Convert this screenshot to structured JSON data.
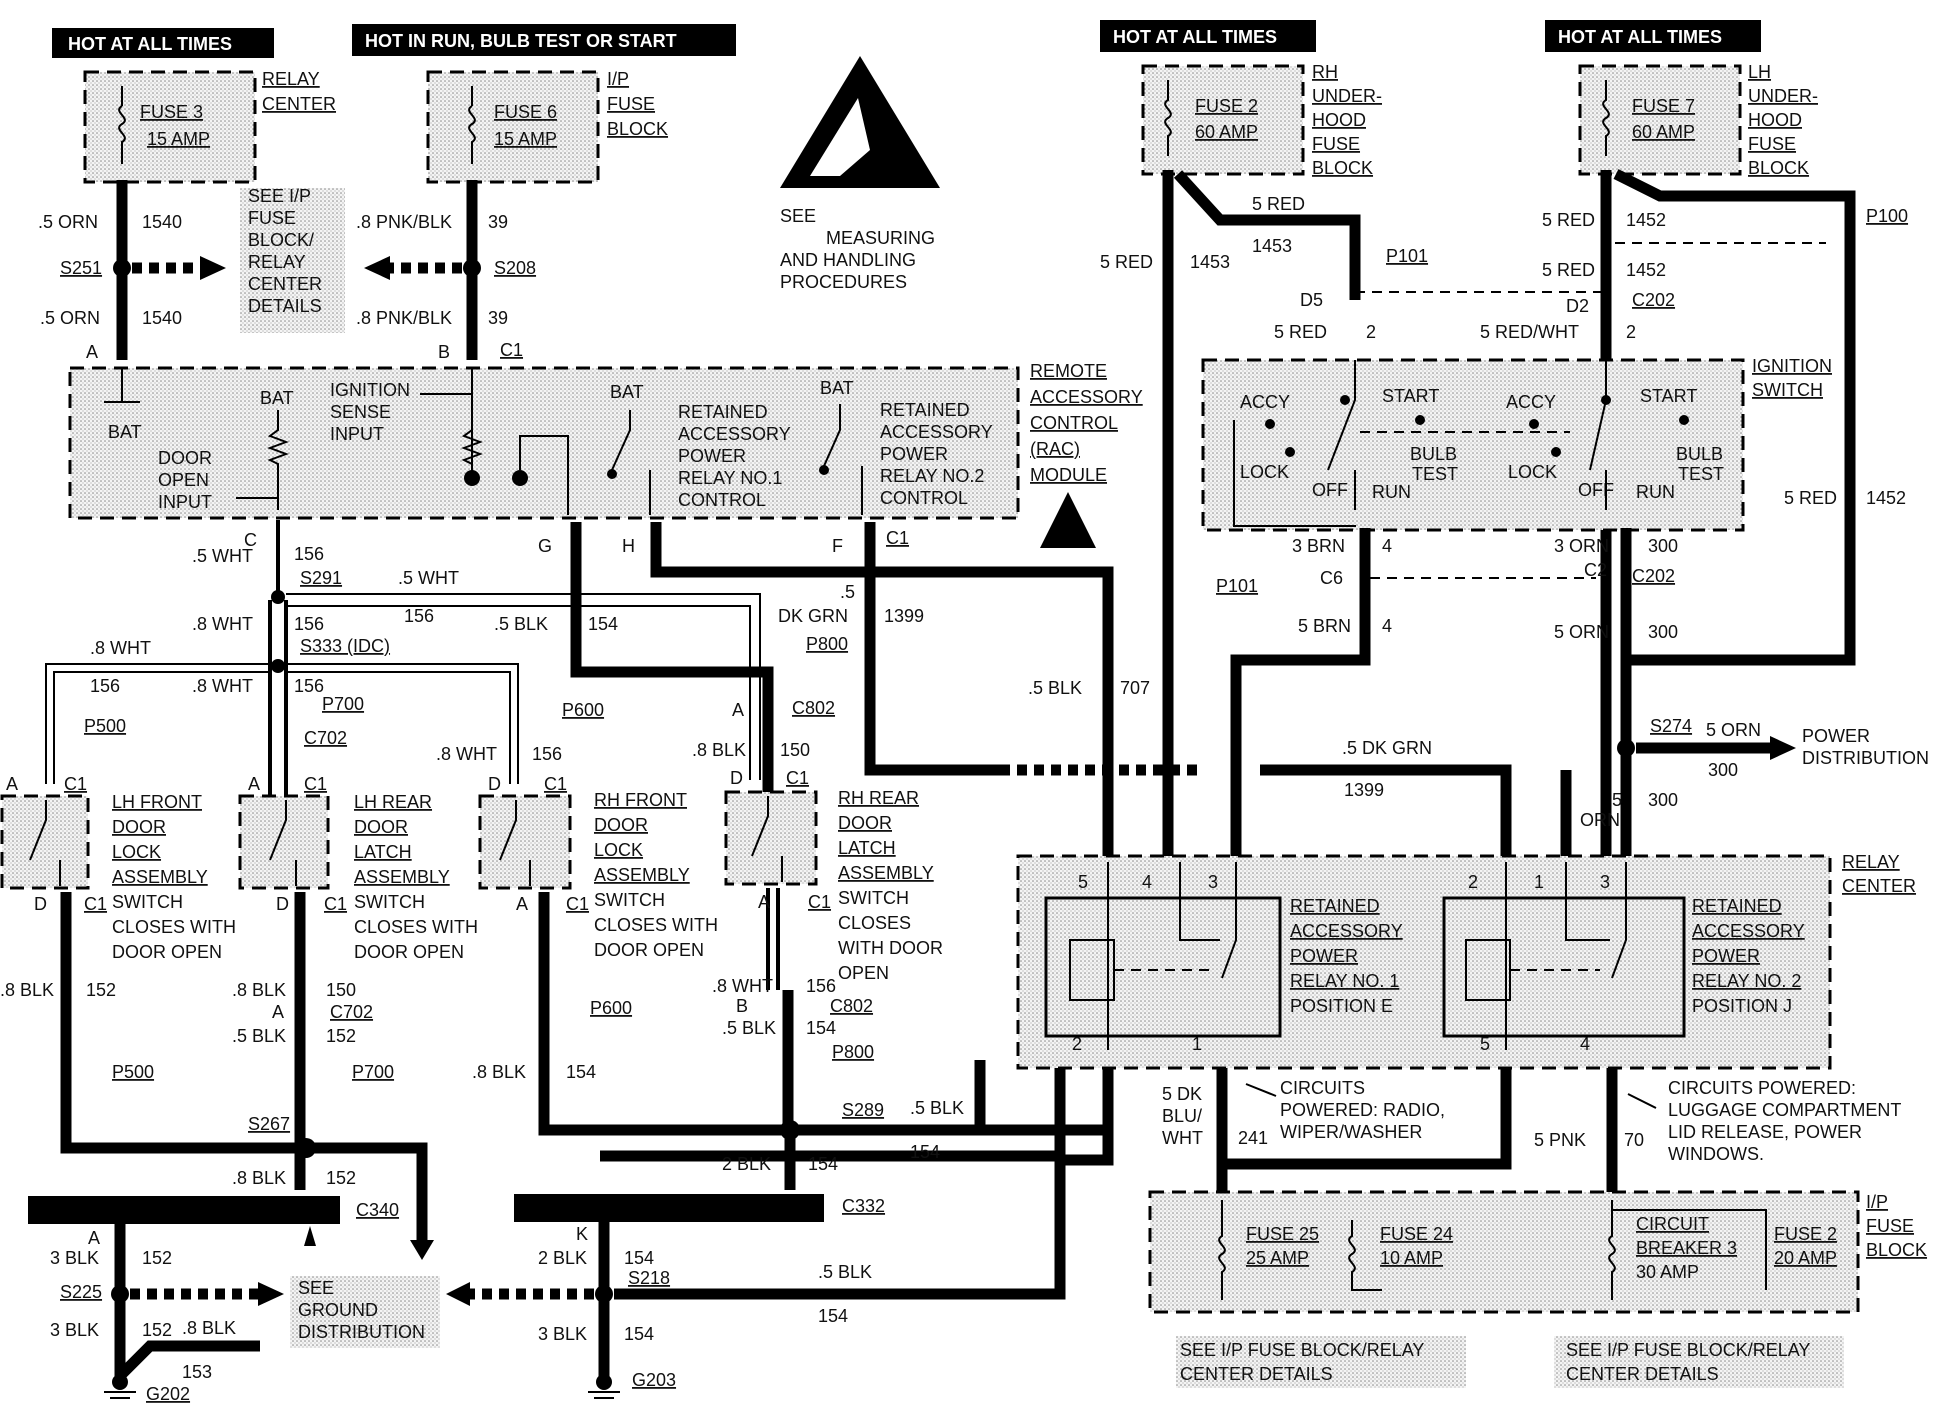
{
  "headers": {
    "hot_at_all_times_1": "HOT AT ALL TIMES",
    "hot_in_run": "HOT IN RUN, BULB TEST OR START",
    "hot_at_all_times_2": "HOT AT ALL TIMES",
    "hot_at_all_times_3": "HOT AT ALL TIMES"
  },
  "fuses": {
    "fuse3": [
      "FUSE 3",
      "15 AMP"
    ],
    "fuse6": [
      "FUSE 6",
      "15 AMP"
    ],
    "fuse2_rh": [
      "FUSE 2",
      "60 AMP"
    ],
    "fuse7": [
      "FUSE 7",
      "60 AMP"
    ],
    "fuse25": [
      "FUSE 25",
      "25 AMP"
    ],
    "fuse24": [
      "FUSE 24",
      "10 AMP"
    ],
    "cb3": [
      "CIRCUIT",
      "BREAKER 3",
      "30 AMP"
    ],
    "fuse2_ip": [
      "FUSE 2",
      "20 AMP"
    ]
  },
  "blocks": {
    "relay_center_top": [
      "RELAY",
      "CENTER"
    ],
    "ip_fuse_block_top": [
      "I/P",
      "FUSE",
      "BLOCK"
    ],
    "see_ip_details": [
      "SEE I/P",
      "FUSE",
      "BLOCK/",
      "RELAY",
      "CENTER",
      "DETAILS"
    ],
    "esd_note": [
      "SEE",
      "MEASURING",
      "AND HANDLING",
      "PROCEDURES"
    ],
    "rh_underhood": [
      "RH",
      "UNDER-",
      "HOOD",
      "FUSE",
      "BLOCK"
    ],
    "lh_underhood": [
      "LH",
      "UNDER-",
      "HOOD",
      "FUSE",
      "BLOCK"
    ],
    "rac_module": [
      "REMOTE",
      "ACCESSORY",
      "CONTROL",
      "(RAC)",
      "MODULE"
    ],
    "ignition_switch": [
      "IGNITION",
      "SWITCH"
    ],
    "relay_center_bottom": [
      "RELAY",
      "CENTER"
    ],
    "ip_fuse_block_bottom": [
      "I/P",
      "FUSE",
      "BLOCK"
    ],
    "see_ground": [
      "SEE",
      "GROUND",
      "DISTRIBUTION"
    ],
    "power_distribution": [
      "POWER",
      "DISTRIBUTION"
    ]
  },
  "rac_labels": {
    "bat_left": "BAT",
    "bat_mid": "BAT",
    "ignition_sense": [
      "IGNITION",
      "SENSE",
      "INPUT"
    ],
    "door_open": [
      "DOOR",
      "OPEN",
      "INPUT"
    ],
    "bat_r1": "BAT",
    "bat_r2": "BAT",
    "relay1": [
      "RETAINED",
      "ACCESSORY",
      "POWER",
      "RELAY NO.1",
      "CONTROL"
    ],
    "relay2": [
      "RETAINED",
      "ACCESSORY",
      "POWER",
      "RELAY NO.2",
      "CONTROL"
    ]
  },
  "ignition_labels": {
    "accy1": "ACCY",
    "start1": "START",
    "lock1": "LOCK",
    "off1": "OFF",
    "run1": "RUN",
    "bulb1": [
      "BULB",
      "TEST"
    ],
    "accy2": "ACCY",
    "start2": "START",
    "lock2": "LOCK",
    "off2": "OFF",
    "run2": "RUN",
    "bulb2": [
      "BULB",
      "TEST"
    ]
  },
  "switches": {
    "lh_front": [
      "LH FRONT",
      "DOOR",
      "LOCK",
      "ASSEMBLY",
      "SWITCH",
      "CLOSES WITH",
      "DOOR OPEN"
    ],
    "lh_rear": [
      "LH REAR",
      "DOOR",
      "LATCH",
      "ASSEMBLY",
      "SWITCH",
      "CLOSES WITH",
      "DOOR OPEN"
    ],
    "rh_front": [
      "RH FRONT",
      "DOOR",
      "LOCK",
      "ASSEMBLY",
      "SWITCH",
      "CLOSES WITH",
      "DOOR OPEN"
    ],
    "rh_rear": [
      "RH REAR",
      "DOOR",
      "LATCH",
      "ASSEMBLY",
      "SWITCH",
      "CLOSES",
      "WITH DOOR",
      "OPEN"
    ]
  },
  "relays": {
    "relay1": [
      "RETAINED",
      "ACCESSORY",
      "POWER",
      "RELAY NO. 1",
      "POSITION E"
    ],
    "relay2": [
      "RETAINED",
      "ACCESSORY",
      "POWER",
      "RELAY NO. 2",
      "POSITION J"
    ]
  },
  "circuits_powered": {
    "radio": [
      "CIRCUITS",
      "POWERED: RADIO,",
      "WIPER/WASHER"
    ],
    "luggage": [
      "CIRCUITS POWERED:",
      "LUGGAGE COMPARTMENT",
      "LID RELEASE, POWER",
      "WINDOWS."
    ]
  },
  "see_details": {
    "left": [
      "SEE I/P FUSE BLOCK/RELAY",
      "CENTER DETAILS"
    ],
    "right": [
      "SEE I/P FUSE BLOCK/RELAY",
      "CENTER DETAILS"
    ]
  },
  "labels": [
    ".5 ORN",
    "1540",
    "S251",
    ".5 ORN",
    "1540",
    "A",
    ".8 PNK/BLK",
    "39",
    "S208",
    ".8 PNK/BLK",
    "39",
    "B",
    "C1",
    "5 RED",
    "1453",
    "5 RED",
    "1453",
    "P101",
    "D5",
    "5 RED",
    "2",
    "5 RED",
    "1452",
    "5 RED",
    "1452",
    "D2",
    "C202",
    "5 RED/WHT",
    "2",
    "P100",
    "C",
    "156",
    ".5 WHT",
    "S291",
    ".5 WHT",
    "156",
    ".8 WHT",
    "156",
    "S333 (IDC)",
    ".8 WHT",
    "156",
    ".8 WHT",
    "156",
    "P500",
    "P700",
    "P600",
    "C702",
    "G",
    "H",
    "F",
    "C1",
    ".5",
    "DK GRN",
    "1399",
    ".5 BLK",
    "154",
    "P800",
    "A",
    "C802",
    ".8 BLK",
    "150",
    "D",
    "C1",
    ".5 BLK",
    "707",
    "P101",
    "3 BRN",
    "4",
    "C6",
    "5 BRN",
    "4",
    "3 ORN",
    "300",
    "C2",
    "C202",
    "5 ORN",
    "300",
    "5 RED",
    "1452",
    "S274",
    "5 ORN",
    "300",
    "5",
    "ORN",
    "300",
    ".5 DK GRN",
    "1399",
    "A",
    "C1",
    "A",
    "C1",
    "D",
    "C1",
    ".8 WHT",
    "156",
    "D",
    "C1",
    "D",
    "C1",
    "A",
    "C1",
    "A",
    "C1",
    ".8 BLK",
    "152",
    ".8 BLK",
    "150",
    "A",
    "C702",
    ".5 BLK",
    "152",
    "P600",
    ".8 WHT",
    "156",
    "B",
    "C802",
    ".5 BLK",
    "154",
    "P800",
    "P500",
    "P700",
    ".8 BLK",
    "154",
    "S267",
    "S289",
    ".5 BLK",
    "154",
    ".8 BLK",
    "152",
    "C340",
    "2 BLK",
    "154",
    "C332",
    "A",
    "3 BLK",
    "152",
    "S225",
    "K",
    "2 BLK",
    "154",
    "S218",
    ".5 BLK",
    "154",
    "3 BLK",
    "152",
    ".8 BLK",
    "153",
    "G202",
    "3 BLK",
    "154",
    "G203",
    "5",
    "4",
    "3",
    "2",
    "1",
    "3",
    "2",
    "1",
    "5",
    "4",
    "5 DK",
    "BLU/",
    "WHT",
    "241",
    "5 PNK",
    "70"
  ]
}
